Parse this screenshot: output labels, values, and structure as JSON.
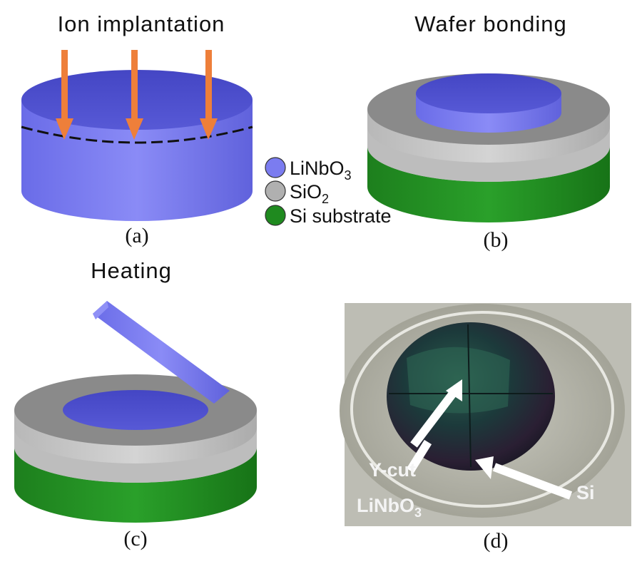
{
  "colors": {
    "linbo3": "#7b7cf0",
    "sio2": "#b0b0b0",
    "si_substrate": "#1f8a1f",
    "arrow": "#ee7f3a"
  },
  "panel_a": {
    "title": "Ion implantation",
    "caption": "(a)"
  },
  "panel_b": {
    "title": "Wafer bonding",
    "caption": "(b)"
  },
  "panel_c": {
    "title": "Heating",
    "caption": "(c)"
  },
  "panel_d": {
    "caption": "(d)",
    "label_linbo3_line1": "Y-cut",
    "label_linbo3_main": "LiNbO",
    "label_linbo3_sub": "3",
    "label_si": "Si"
  },
  "legend": {
    "linbo3": {
      "main": "LiNbO",
      "sub": "3"
    },
    "sio2": {
      "main": "SiO",
      "sub": "2"
    },
    "si": {
      "main": "Si substrate"
    }
  }
}
